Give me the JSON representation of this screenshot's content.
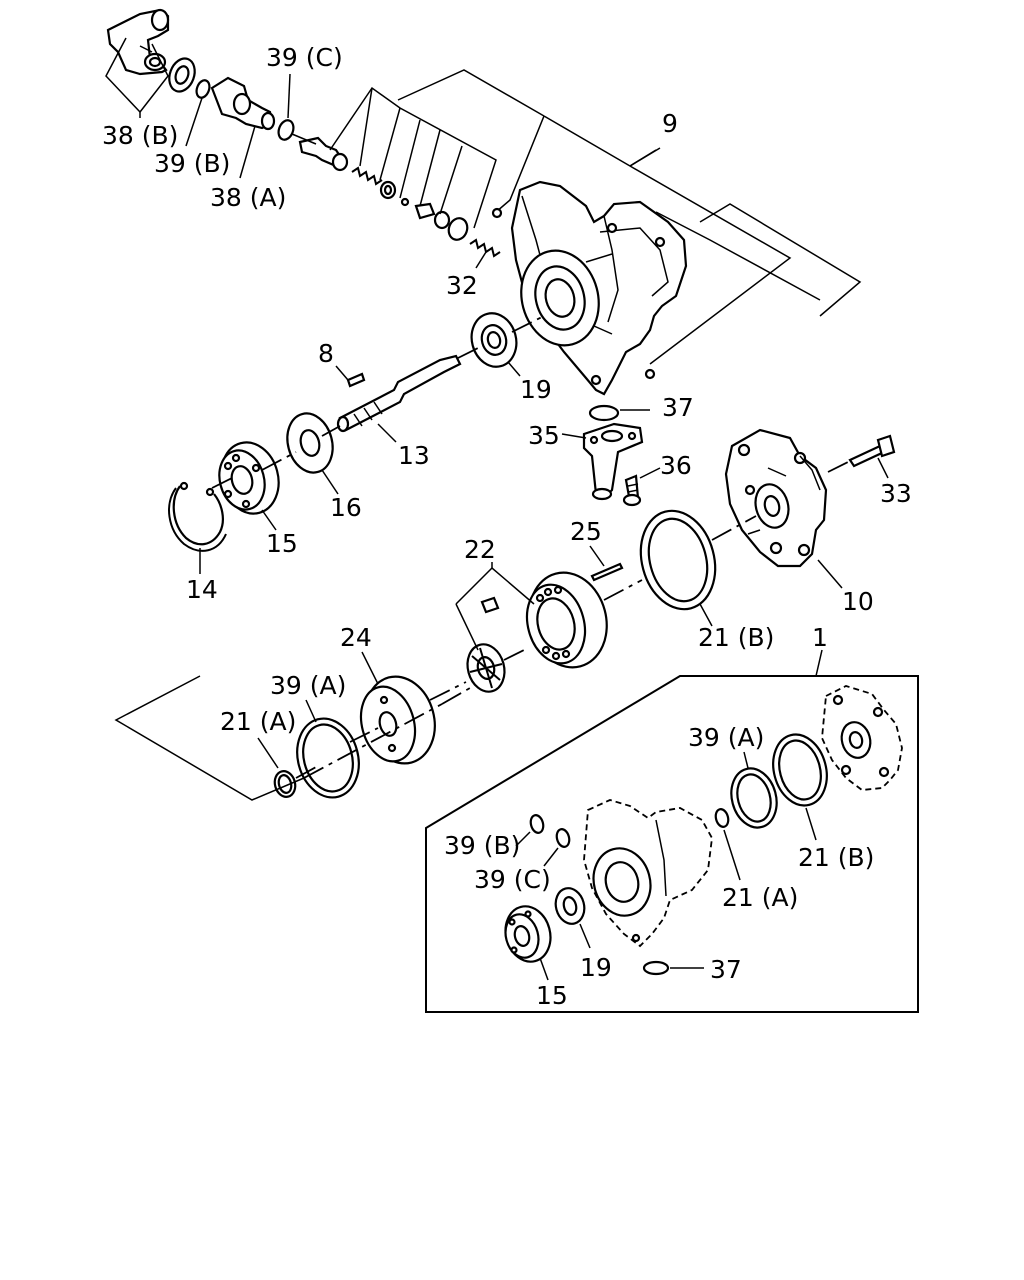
{
  "callouts": {
    "c1": "1",
    "c8": "8",
    "c9": "9",
    "c10": "10",
    "c13": "13",
    "c14": "14",
    "c15": "15",
    "c16": "16",
    "c19": "19",
    "c21a": "21 (A)",
    "c21b": "21 (B)",
    "c22": "22",
    "c24": "24",
    "c25": "25",
    "c32": "32",
    "c33": "33",
    "c35": "35",
    "c36": "36",
    "c37": "37",
    "c38a": "38 (A)",
    "c38b": "38 (B)",
    "c39a": "39 (A)",
    "c39b": "39 (B)",
    "c39c": "39 (C)",
    "inset": {
      "c15": "15",
      "c19": "19",
      "c21a": "21 (A)",
      "c21b": "21 (B)",
      "c37": "37",
      "c39a": "39 (A)",
      "c39b": "39 (B)",
      "c39c": "39 (C)"
    }
  }
}
